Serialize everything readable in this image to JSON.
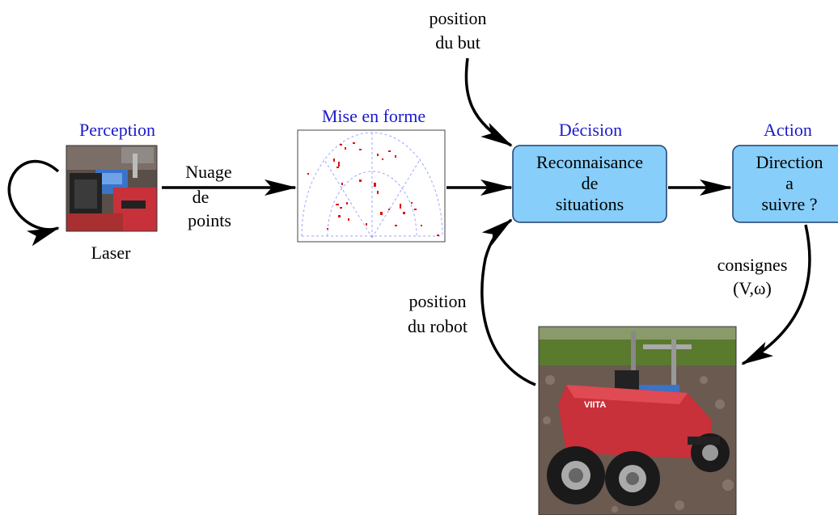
{
  "colors": {
    "heading": "#1a1acc",
    "box_fill": "#87cefa",
    "box_stroke": "#1f3f6f",
    "arrow": "#000000",
    "scan_point": "#e01010",
    "scan_grid": "#9aa6ff",
    "robot_body": "#c8303a",
    "ground": "#6b5a50"
  },
  "headings": {
    "perception": "Perception",
    "mise_en_forme": "Mise en forme",
    "decision": "Décision",
    "action": "Action"
  },
  "boxes": {
    "decision": [
      "Reconnaisance",
      "de",
      "situations"
    ],
    "action": [
      "Direction",
      "a",
      "suivre ?"
    ]
  },
  "labels": {
    "laser": "Laser",
    "nuage": [
      "Nuage",
      "de",
      "points"
    ],
    "goal": [
      "position",
      "du but"
    ],
    "robot_pos": [
      "position",
      "du robot"
    ],
    "consignes": [
      "consignes",
      "(V,ω)"
    ]
  },
  "icons": {
    "laser_photo": "laser-sensor-photo",
    "robot_photo": "rover-robot-photo"
  }
}
